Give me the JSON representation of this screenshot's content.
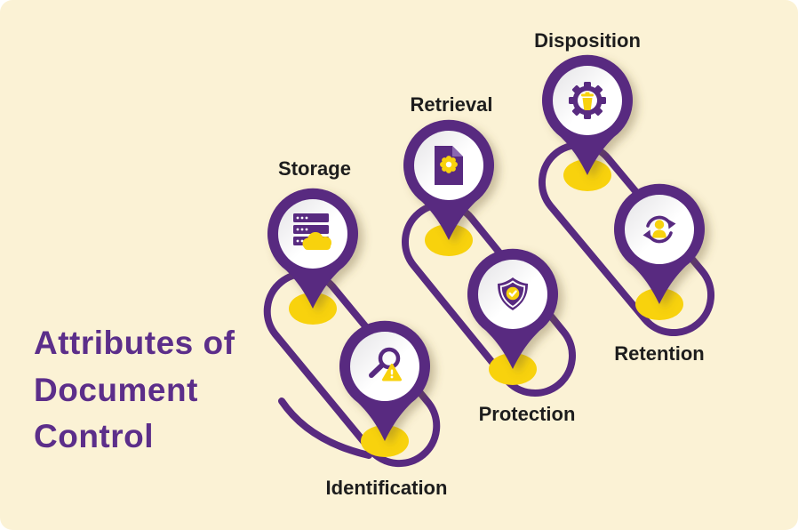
{
  "title": "Attributes of\nDocument\nControl",
  "pins": [
    {
      "label": "Storage",
      "icon": "server-cloud-icon",
      "label_position": "above"
    },
    {
      "label": "Retrieval",
      "icon": "document-gear-icon",
      "label_position": "above"
    },
    {
      "label": "Disposition",
      "icon": "gear-trash-icon",
      "label_position": "above"
    },
    {
      "label": "Identification",
      "icon": "magnifier-warning-icon",
      "label_position": "below"
    },
    {
      "label": "Protection",
      "icon": "shield-check-icon",
      "label_position": "below"
    },
    {
      "label": "Retention",
      "icon": "person-sync-icon",
      "label_position": "below"
    }
  ],
  "colors": {
    "background": "#FBF2D5",
    "purple": "#582A80",
    "title-purple": "#5C2E8A",
    "yellow": "#F8D20D",
    "label-black": "#1D1D1D",
    "fold-purple": "#8A67B0",
    "pin-inner-top": "#E4E3E6",
    "pin-inner": "#FFFFFF"
  }
}
